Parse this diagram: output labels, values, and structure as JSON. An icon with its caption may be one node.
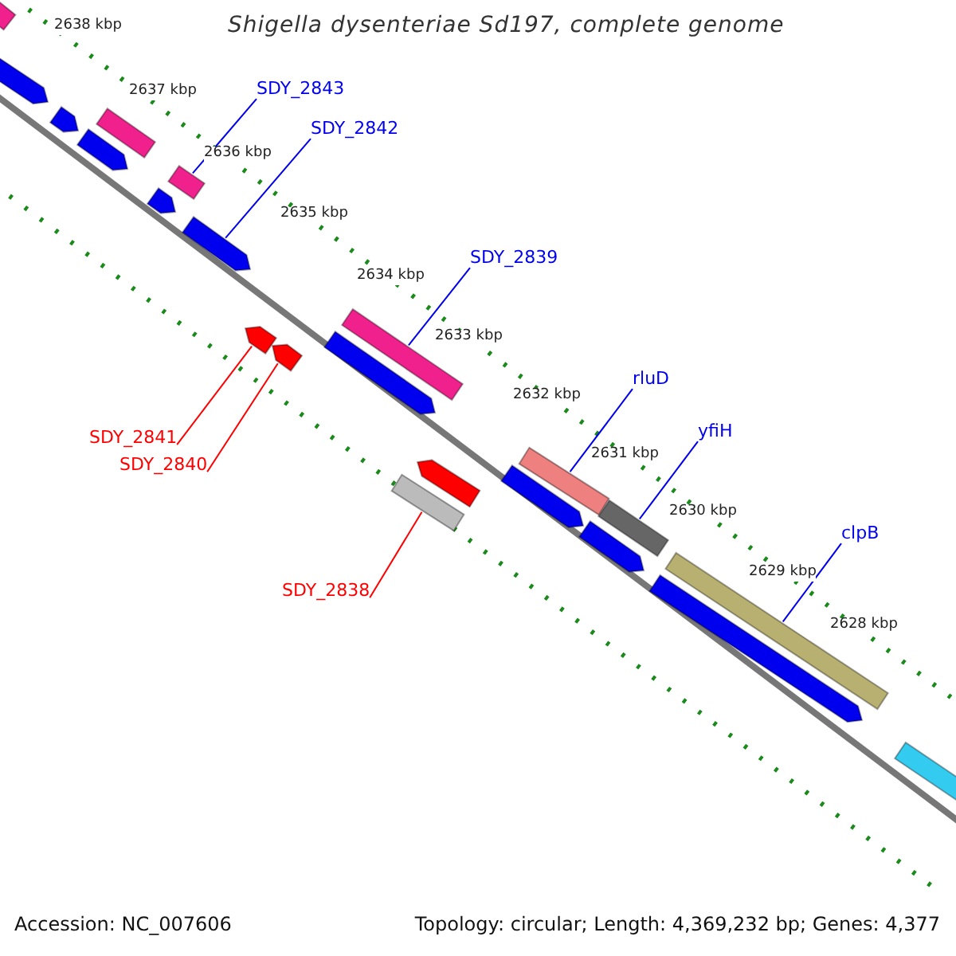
{
  "diagram": {
    "title": "Shigella dysenteriae Sd197, complete genome",
    "nodes": [
      {
        "text": [],
        "shape": "bar"
      },
      {
        "text": [],
        "shape": "arrow"
      },
      {
        "text": [],
        "shape": "arrow"
      },
      {
        "text": [],
        "shape": "bar"
      },
      {
        "text": [],
        "shape": "arrow"
      },
      {
        "text": [
          "SDY_2843"
        ]
      },
      {
        "text": [],
        "shape": "bar"
      },
      {
        "text": [
          "SDY_2842"
        ]
      },
      {
        "text": [],
        "shape": "arrow"
      },
      {
        "text": [],
        "shape": "arrow"
      },
      {
        "text": [
          "SDY_2839"
        ]
      },
      {
        "text": [],
        "shape": "bar"
      },
      {
        "text": [],
        "shape": "arrow"
      },
      {
        "text": [],
        "shape": "arrow"
      },
      {
        "text": [],
        "shape": "arrow"
      },
      {
        "text": [
          "rluD"
        ]
      },
      {
        "text": [],
        "shape": "bar"
      },
      {
        "text": [
          "SDY_2841"
        ]
      },
      {
        "text": [
          "SDY_2840"
        ]
      },
      {
        "text": [
          "yfiH"
        ]
      },
      {
        "text": [],
        "shape": "arrow"
      },
      {
        "text": [],
        "shape": "bar"
      },
      {
        "text": [],
        "shape": "bar"
      },
      {
        "text": [],
        "shape": "arrow"
      },
      {
        "text": [],
        "shape": "arrow"
      },
      {
        "text": [
          "clpB"
        ]
      },
      {
        "text": [],
        "shape": "bar"
      },
      {
        "text": [
          "SDY_2838"
        ]
      },
      {
        "text": [],
        "shape": "arrow"
      },
      {
        "text": [],
        "shape": "bar"
      }
    ],
    "edges": [
      {
        "from": 5,
        "to": 6,
        "arrow": "none"
      },
      {
        "from": 7,
        "to": 9,
        "arrow": "none"
      },
      {
        "from": 10,
        "to": 11,
        "arrow": "none"
      },
      {
        "from": 15,
        "to": 16,
        "arrow": "none"
      },
      {
        "from": 17,
        "to": 13,
        "arrow": "none",
        "color": "#ff0000"
      },
      {
        "from": 18,
        "to": 14,
        "arrow": "none",
        "color": "#ff0000"
      },
      {
        "from": 19,
        "to": 22,
        "arrow": "none"
      },
      {
        "from": 25,
        "to": 26,
        "arrow": "none"
      },
      {
        "from": 27,
        "to": 21,
        "arrow": "none",
        "color": "#ff0000"
      }
    ],
    "labels": [
      "2638 kbp",
      "2637 kbp",
      "2636 kbp",
      "2635 kbp",
      "2634 kbp",
      "2633 kbp",
      "2632 kbp",
      "2631 kbp",
      "2630 kbp",
      "2629 kbp",
      "2628 kbp",
      "Accession: NC_007606",
      "Topology: circular; Length: 4,369,232 bp; Genes: 4,377"
    ]
  }
}
